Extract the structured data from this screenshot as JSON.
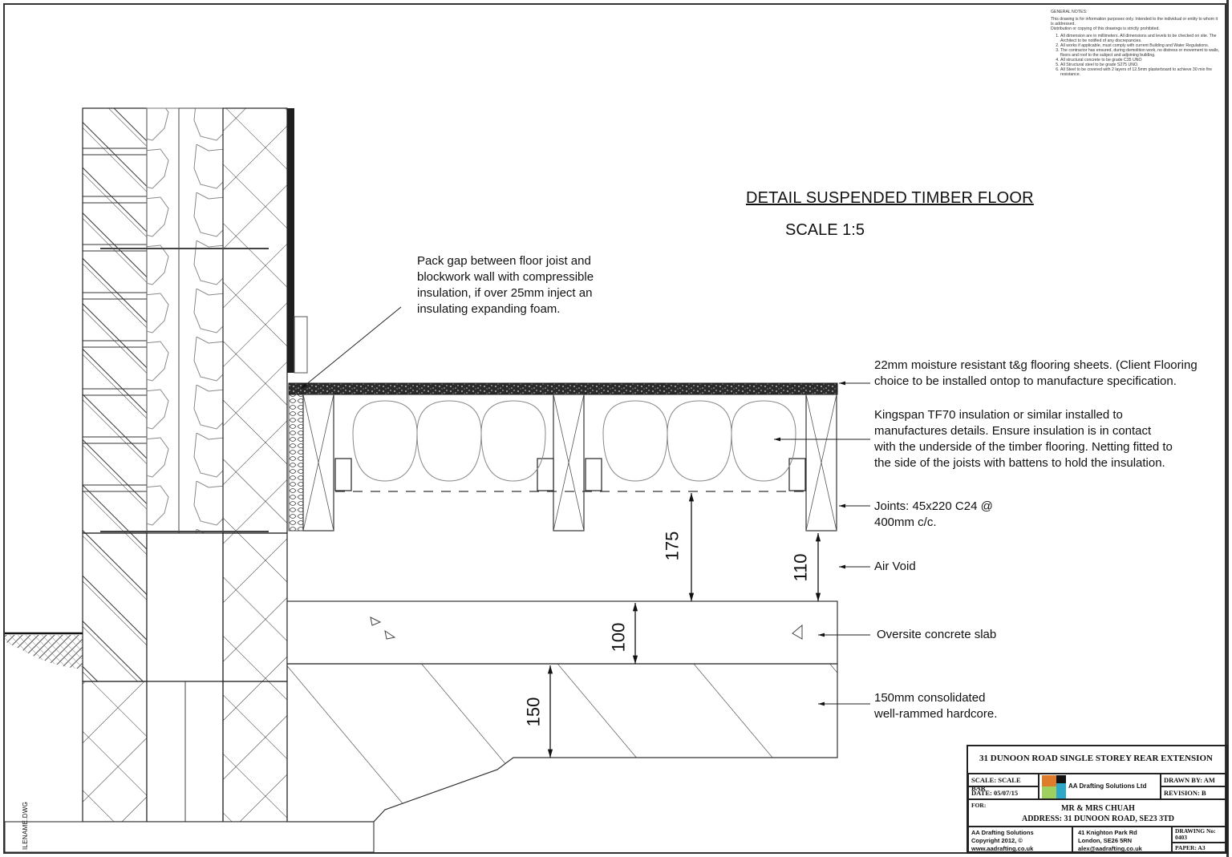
{
  "drawing": {
    "title": "DETAIL SUSPENDED TIMBER FLOOR",
    "scale": "SCALE 1:5",
    "filename_stamp": "ILENAME.DWG"
  },
  "general_notes": {
    "heading": "GENERAL NOTES:",
    "disclaimer_1": "This drawing is for information purposes only. Intended to the individual or entity to whom it is addressed.",
    "disclaimer_2": "Distribution or copying of this drawings is strictly prohibited.",
    "items": [
      "All dimension are in millimeters. All dimensions and levels to be checked on site. The Architect to be notified of any discrepancies.",
      "All works if applicable, must comply with current Building and Water Regulations.",
      "The contractor has ensured, during demolition work, no distress or movement to walls, floors and roof to the subject and adjoining building.",
      "All structural concrete to be grade C35 UNO",
      "All Structural steel to be grade S275 UNO.",
      "All Steel to be covered with 2 layers of 12.5mm plasterboard to achieve 30 min fire resistance."
    ]
  },
  "annotations": {
    "pack_gap": [
      "Pack gap between floor joist and",
      "blockwork wall with compressible",
      "insulation, if over 25mm inject an",
      "insulating expanding foam."
    ],
    "flooring": [
      "22mm moisture resistant t&g flooring sheets. (Client Flooring",
      "choice to be installed ontop to manufacture specification."
    ],
    "insulation": [
      "Kingspan TF70 insulation or similar installed to",
      "manufactures details. Ensure insulation is in contact",
      "with the underside of the timber flooring. Netting fitted to",
      "the side of the joists with battens to hold the insulation."
    ],
    "joists": [
      "Joints: 45x220 C24 @",
      "400mm c/c."
    ],
    "air_void": "Air Void",
    "slab": "Oversite concrete slab",
    "hardcore": [
      "150mm consolidated",
      "well-rammed hardcore."
    ]
  },
  "dimensions": {
    "d175": "175",
    "d110": "110",
    "d100": "100",
    "d150": "150"
  },
  "title_block": {
    "project": "31 DUNOON ROAD SINGLE STOREY REAR EXTENSION",
    "scale_label": "SCALE: SCALE BAR",
    "date_label": "DATE:  05/07/15",
    "company": "AA Drafting Solutions Ltd",
    "drawn_by": "DRAWN BY: AM",
    "revision": "REVISION: B",
    "for_label": "FOR:",
    "client": "MR & MRS CHUAH",
    "address": "ADDRESS: 31 DUNOON ROAD, SE23 3TD",
    "footer_company": [
      "AA Drafting Solutions",
      "Copyright 2012, ©",
      "www.aadrafting.co.uk"
    ],
    "footer_address": [
      "41 Knighton Park Rd",
      "London, SE26 5RN",
      "alex@aadrafting.co.uk"
    ],
    "drawing_no": [
      "DRAWING No:",
      "0403"
    ],
    "paper": "PAPER: A3",
    "logo_colors": [
      "#e07b2a",
      "#f2b33d",
      "#9fcf5f",
      "#2fa7c9",
      "#111111"
    ]
  }
}
